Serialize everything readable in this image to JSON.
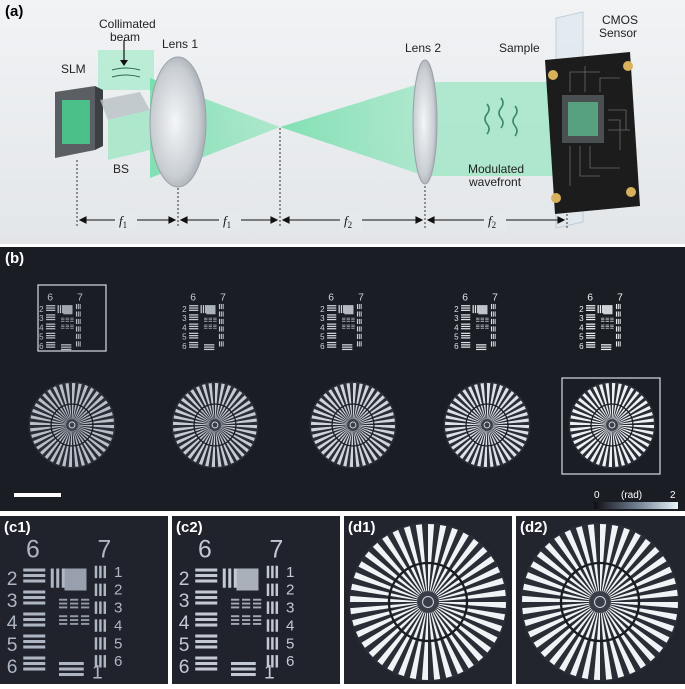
{
  "panels": {
    "a": "(a)",
    "b": "(b)",
    "c1": "(c1)",
    "c2": "(c2)",
    "d1": "(d1)",
    "d2": "(d2)"
  },
  "setup": {
    "slm": "SLM",
    "collimated_line1": "Collimated",
    "collimated_line2": "beam",
    "lens1": "Lens 1",
    "lens2": "Lens 2",
    "sample": "Sample",
    "cmos_line1": "CMOS",
    "cmos_line2": "Sensor",
    "bs": "BS",
    "modulated_line1": "Modulated",
    "modulated_line2": "wavefront",
    "f_symbol": "f",
    "f_sub": [
      "1",
      "1",
      "2",
      "2"
    ]
  },
  "colorbar": {
    "min": "0",
    "unit": "(rad)",
    "max": "2"
  },
  "target": {
    "group_a": "6",
    "group_b": "7",
    "rows_left": [
      "2",
      "3",
      "4",
      "5",
      "6"
    ],
    "rows_right": [
      "1",
      "2",
      "3",
      "4",
      "5",
      "6"
    ],
    "bottom_right": "1"
  },
  "colors": {
    "beam": "#7ee3b2",
    "background_panel": "#e9ecef",
    "image_bg": "#1b1d24",
    "pcb": "#1c1c1c",
    "colorbar_start": "#0f0f14",
    "colorbar_end": "#e6f6f8"
  }
}
